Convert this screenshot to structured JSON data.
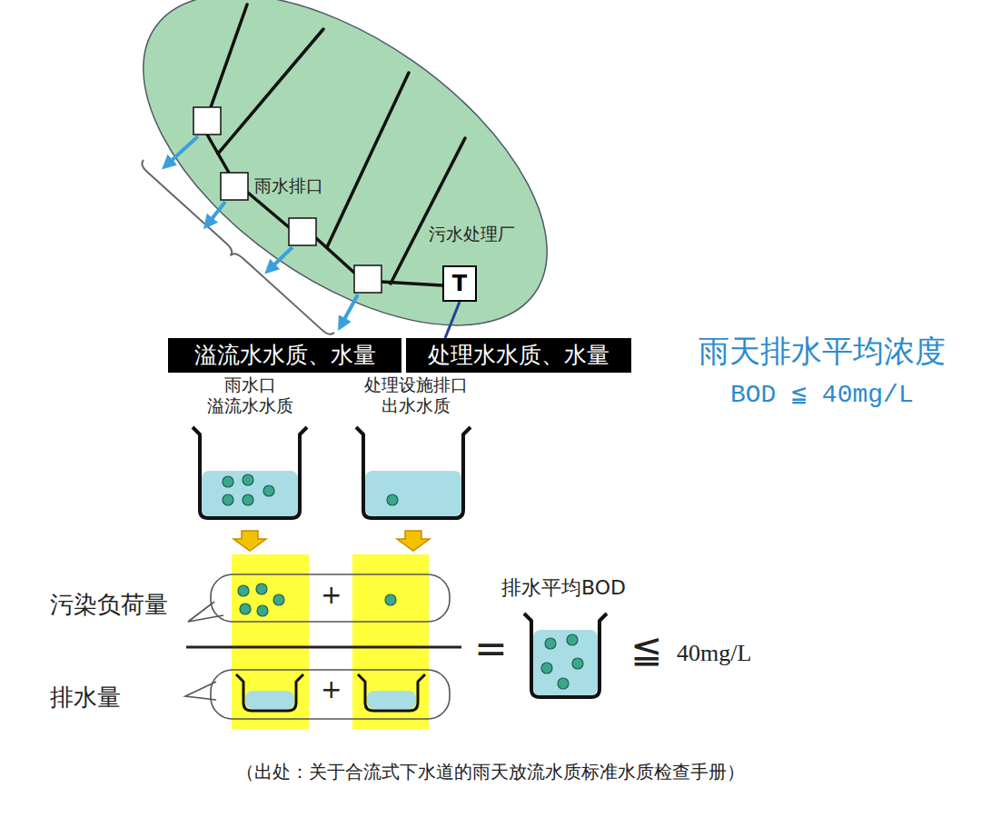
{
  "diagram": {
    "caption": "（出处：关于合流式下水道的雨天放流水质标准水质检查手册）",
    "nodes": [
      {
        "text": [
          "雨水排口",
          "污水处理厂"
        ]
      },
      {
        "text": [
          "T"
        ],
        "in": 0
      },
      {
        "text": [
          "溢流水水质、水量"
        ]
      },
      {
        "text": [
          "处理水水质、水量"
        ]
      }
    ],
    "edges": [
      {
        "from": 1,
        "to": 3,
        "arrow": "none"
      }
    ],
    "labels": [
      "雨水口 溢流水水质",
      "处理设施排口 出水水质",
      "雨天排水平均浓度",
      "BOD ≦ 40mg/L",
      "污染负荷量",
      "+",
      "排水量",
      "+",
      "=",
      "排水平均BOD",
      "≦",
      "40mg/L"
    ]
  }
}
